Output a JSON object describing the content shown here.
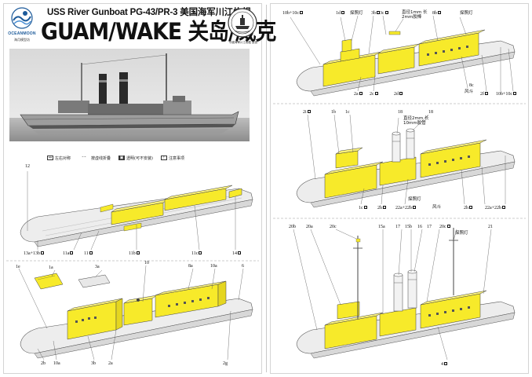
{
  "header": {
    "brand": "OCEANMOON",
    "brand_cn": "海月模型坊",
    "subtitle": "USS River Gunboat PG-43/PR-3  美国海军川江炮舰",
    "title": "GUAM/WAKE 关岛/威克",
    "seal_text": "中國海軍川江炮艦 製造"
  },
  "legend": {
    "items": [
      {
        "icon": "align-icon",
        "label": "左右对称"
      },
      {
        "icon": "valley-fold-icon",
        "label": "按虚线折叠"
      },
      {
        "icon": "transparent-icon",
        "label": "透明(可不安装)"
      },
      {
        "icon": "notice-icon",
        "label": "注意事项"
      }
    ]
  },
  "step1": {
    "labels": [
      "12",
      "13a+13b",
      "11a",
      "11b",
      "11c",
      "14"
    ],
    "checkbox_after": [
      "13a+13b",
      "11a",
      "11b",
      "11c",
      "14"
    ],
    "extra_checkbox": "11"
  },
  "step2": {
    "labels": [
      "1a",
      "1e",
      "3a",
      "10",
      "8a",
      "10a",
      "6",
      "2b",
      "10a",
      "3b",
      "2a",
      "2g"
    ]
  },
  "step3": {
    "labels": [
      "10b+10c",
      "1d",
      "3b",
      "3c",
      "8b",
      "2a",
      "2c",
      "2d",
      "2f",
      "10b+10c"
    ],
    "callouts": [
      "探照灯",
      "直径1mm 长2mm胶棒",
      "探照灯",
      "风斗",
      "8c"
    ]
  },
  "step4": {
    "labels": [
      "2i",
      "1b",
      "1c",
      "18",
      "18",
      "1c",
      "2h",
      "22a+22b",
      "2h",
      "22a+22b"
    ],
    "callouts": [
      "直径2mm 长10mm胶管",
      "探照灯",
      "风斗"
    ]
  },
  "step5": {
    "labels": [
      "20b",
      "20a",
      "20c",
      "15a",
      "17",
      "15b",
      "16",
      "17",
      "20c",
      "21",
      "4"
    ],
    "callouts": [
      "探照灯"
    ]
  },
  "colors": {
    "part_yellow": "#f7ea2a",
    "hull_grey": "#e9e9e9",
    "line": "#444444",
    "brand_blue": "#1c5a9a"
  }
}
